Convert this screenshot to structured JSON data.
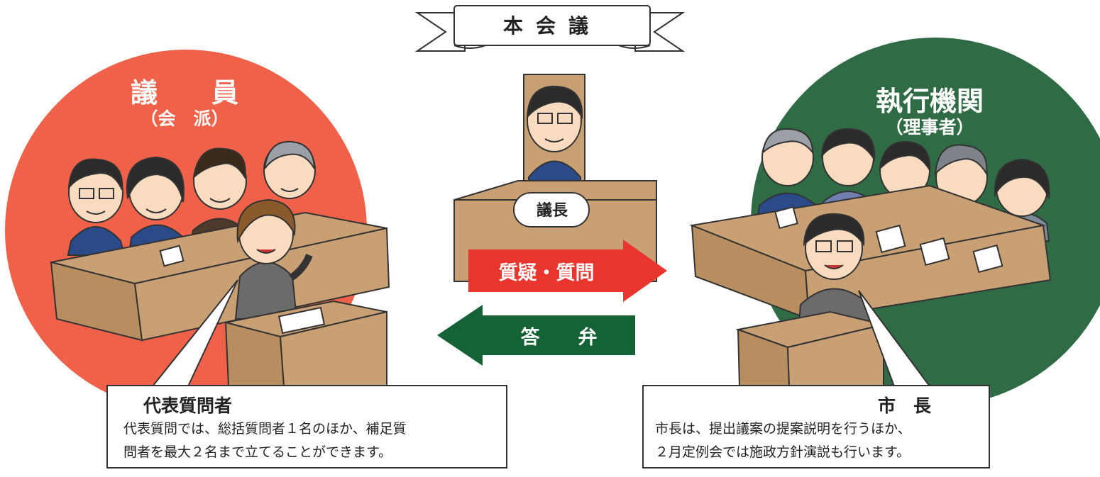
{
  "banner": {
    "title": "本会議"
  },
  "council": {
    "title": "議　　員",
    "subtitle": "（会　派）"
  },
  "executive": {
    "title": "執行機関",
    "subtitle": "（理事者）"
  },
  "chair": {
    "label": "議長"
  },
  "arrows": {
    "question": {
      "label": "質疑・質問",
      "color": "#e8352e"
    },
    "answer": {
      "label": "答　　弁",
      "color": "#146235"
    }
  },
  "callouts": {
    "representative": {
      "heading": "代表質問者",
      "lines": [
        "代表質問では、総括質問者１名のほか、補足質",
        "問者を最大２名まで立てることができます。"
      ]
    },
    "mayor": {
      "heading": "市　長",
      "lines": [
        "市長は、提出議案の提案説明を行うほか、",
        "２月定例会では施政方針演説も行います。"
      ]
    }
  },
  "colors": {
    "council_circle": "#ef6149",
    "executive_circle": "#2f6b45",
    "desk": "#c9a073",
    "suit": "#2a4a8a"
  },
  "illustrations": {
    "council_members": "seated-council-members-illustration",
    "chairperson": "chairperson-illustration",
    "officials": "executive-officials-illustration",
    "mayor": "mayor-illustration"
  }
}
